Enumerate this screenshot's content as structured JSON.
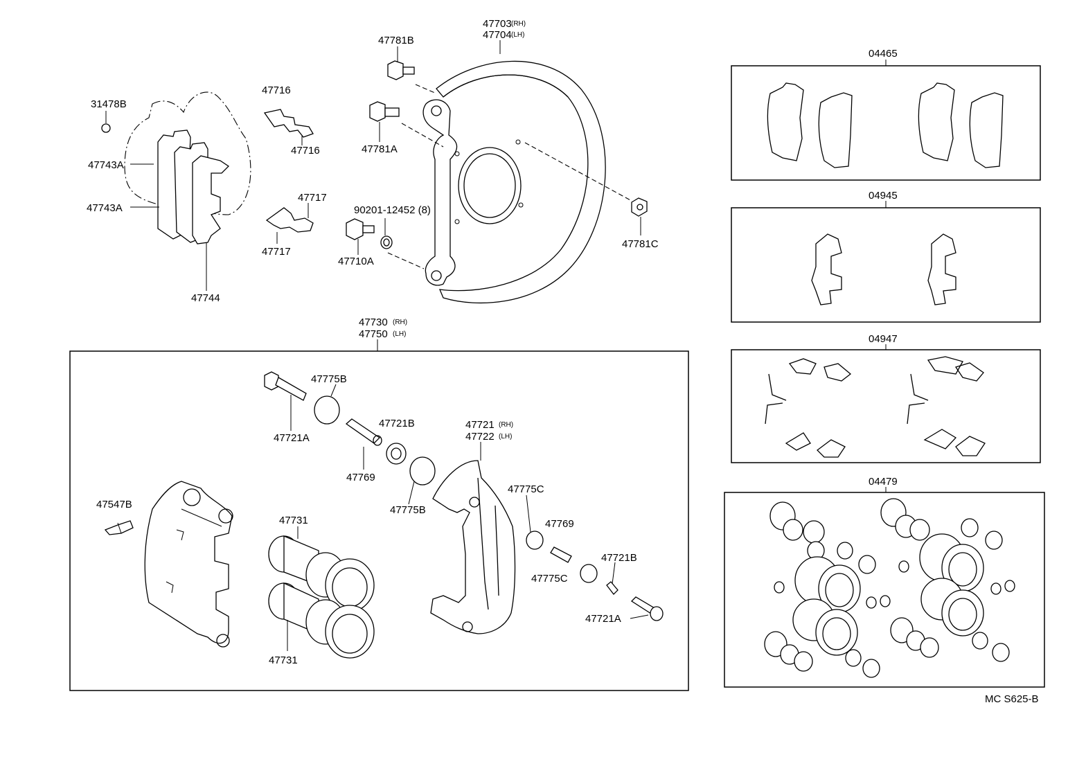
{
  "labels": {
    "p47703": "47703",
    "p47703_side": "(RH)",
    "p47704": "47704",
    "p47704_side": "(LH)",
    "p47781B": "47781B",
    "p47781A": "47781A",
    "p47781C": "47781C",
    "p31478B": "31478B",
    "p47716_top": "47716",
    "p47716_bot": "47716",
    "p47717_top": "47717",
    "p47717_bot": "47717",
    "p47743A_top": "47743A",
    "p47743A_bot": "47743A",
    "p47744": "47744",
    "p90201": "90201-12452 (8)",
    "p47710A": "47710A",
    "p47730": "47730",
    "p47730_side": "(RH)",
    "p47750": "47750",
    "p47750_side": "(LH)",
    "p47775B_top": "47775B",
    "p47775B_bot": "47775B",
    "p47721A_top": "47721A",
    "p47721A_bot": "47721A",
    "p47721B_top": "47721B",
    "p47721B_bot": "47721B",
    "p47769_left": "47769",
    "p47769_right": "47769",
    "p47721": "47721",
    "p47721_side": "(RH)",
    "p47722": "47722",
    "p47722_side": "(LH)",
    "p47775C_top": "47775C",
    "p47775C_bot": "47775C",
    "p47547B": "47547B",
    "p47731_top": "47731",
    "p47731_bot": "47731",
    "k04465": "04465",
    "k04945": "04945",
    "k04947": "04947",
    "k04479": "04479",
    "ref": "MC S625-B"
  }
}
